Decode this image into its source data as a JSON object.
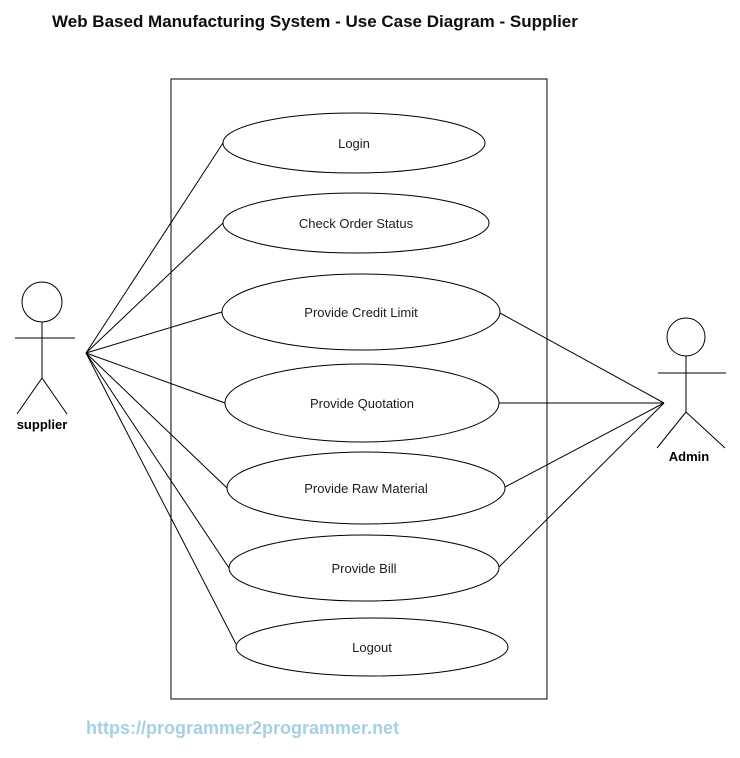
{
  "title": "Web Based Manufacturing System - Use Case Diagram - Supplier",
  "footer": {
    "url": "https://programmer2programmer.net",
    "color": "#a6d0e4"
  },
  "diagram": {
    "type": "uml-use-case",
    "system_boundary": {
      "name": "system-boundary"
    },
    "actors": [
      {
        "id": "supplier",
        "label": "supplier",
        "side": "left"
      },
      {
        "id": "admin",
        "label": "Admin",
        "side": "right"
      }
    ],
    "usecases": [
      {
        "label": "Login"
      },
      {
        "label": "Check Order Status"
      },
      {
        "label": "Provide Credit Limit"
      },
      {
        "label": "Provide Quotation"
      },
      {
        "label": "Provide Raw Material"
      },
      {
        "label": "Provide Bill"
      },
      {
        "label": "Logout"
      }
    ],
    "associations": [
      {
        "from": "supplier",
        "to": "Login"
      },
      {
        "from": "supplier",
        "to": "Check Order Status"
      },
      {
        "from": "supplier",
        "to": "Provide Credit Limit"
      },
      {
        "from": "supplier",
        "to": "Provide Quotation"
      },
      {
        "from": "supplier",
        "to": "Provide Raw Material"
      },
      {
        "from": "supplier",
        "to": "Provide Bill"
      },
      {
        "from": "supplier",
        "to": "Logout"
      },
      {
        "from": "Admin",
        "to": "Provide Credit Limit"
      },
      {
        "from": "Admin",
        "to": "Provide Quotation"
      },
      {
        "from": "Admin",
        "to": "Provide Raw Material"
      },
      {
        "from": "Admin",
        "to": "Provide Bill"
      }
    ],
    "colors": {
      "line": "#000000",
      "text": "#1c1c1c"
    }
  }
}
